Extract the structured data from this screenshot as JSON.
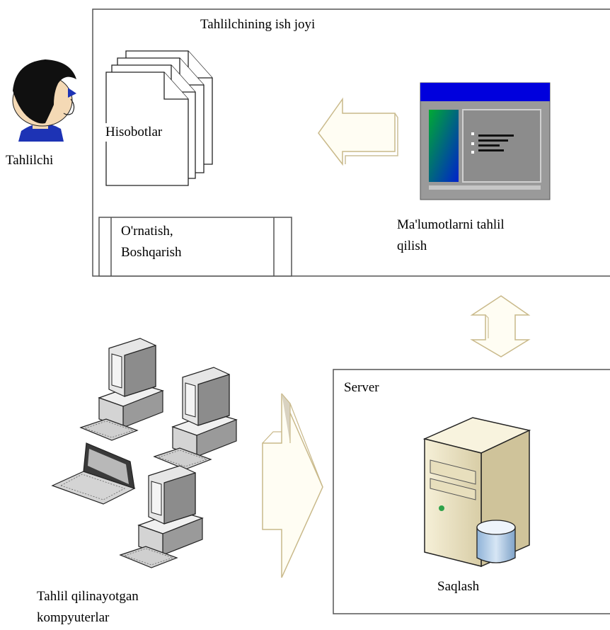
{
  "workspace": {
    "title": "Tahlilchining ish joyi"
  },
  "analyst": {
    "label": "Tahlilchi"
  },
  "reports": {
    "label": "Hisobotlar"
  },
  "setup": {
    "line1": "O'rnatish,",
    "line2": "Boshqarish"
  },
  "analysis": {
    "line1": "Ma'lumotlarni tahlil",
    "line2": "qilish"
  },
  "server": {
    "title": "Server",
    "storage_label": "Saqlash"
  },
  "computers": {
    "line1": "Tahlil qilinayotgan",
    "line2": "kompyuterlar"
  },
  "colors": {
    "frame": "#555555",
    "arrow_fill": "#fffdf3",
    "arrow_stroke": "#c9b98a",
    "window_title_bar": "#0000dd"
  }
}
